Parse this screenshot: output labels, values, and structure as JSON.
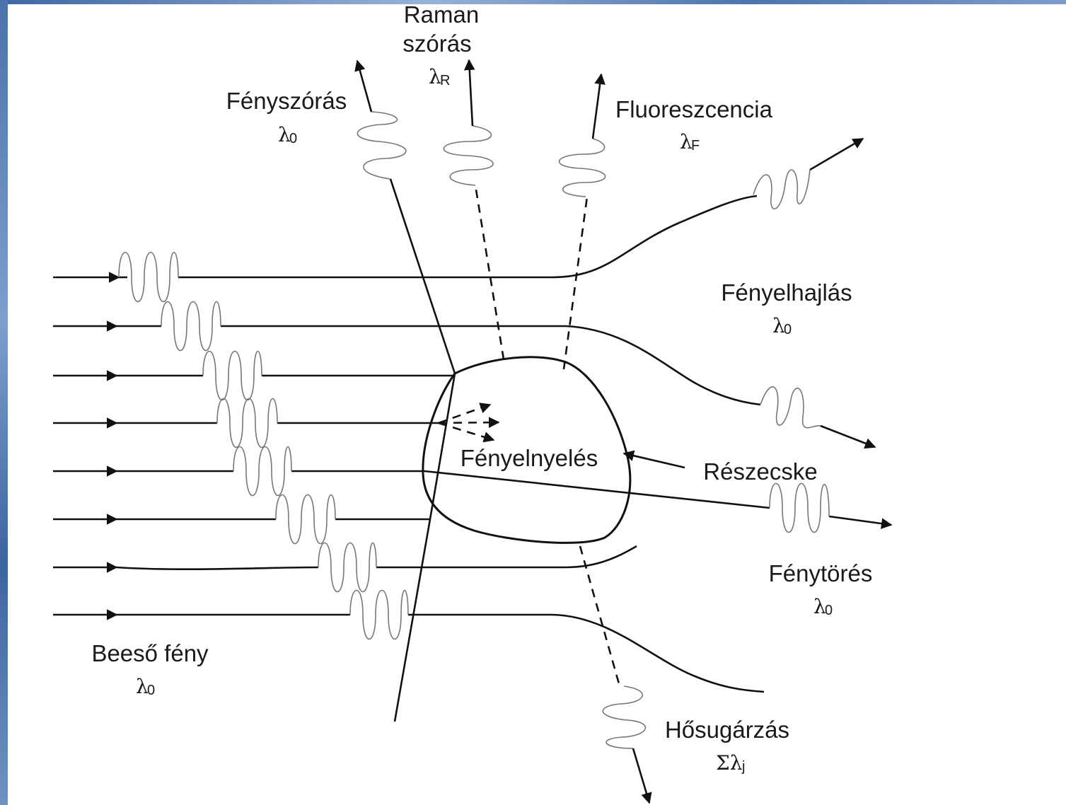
{
  "labels": {
    "raman_line1": "Raman",
    "raman_line2": "szórás",
    "raman_symbol": "λ",
    "raman_sub": "R",
    "scattering": "Fényszórás",
    "scattering_symbol": "λ",
    "scattering_sub": "0",
    "fluorescence": "Fluoreszcencia",
    "fluorescence_symbol": "λ",
    "fluorescence_sub": "F",
    "diffraction": "Fényelhajlás",
    "diffraction_symbol": "λ",
    "diffraction_sub": "0",
    "absorption": "Fényelnyelés",
    "particle": "Részecske",
    "refraction": "Fénytörés",
    "refraction_symbol": "λ",
    "refraction_sub": "0",
    "incident": "Beeső fény",
    "incident_symbol": "λ",
    "incident_sub": "0",
    "thermal": "Hősugárzás",
    "thermal_symbol": "Σλ",
    "thermal_sub": "j"
  }
}
